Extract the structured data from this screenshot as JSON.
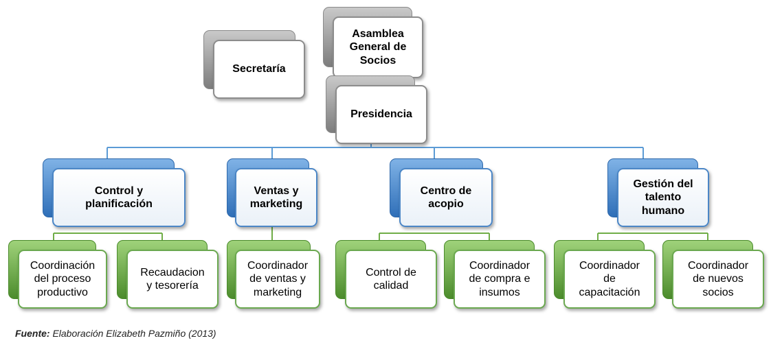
{
  "nodes": {
    "asamblea": "Asamblea\nGeneral de\nSocios",
    "secretaria": "Secretaría",
    "presidencia": "Presidencia",
    "control_planificacion": "Control y\nplanificación",
    "ventas_marketing": "Ventas y\nmarketing",
    "centro_acopio": "Centro de\nacopio",
    "gestion_talento": "Gestión del\ntalento\nhumano",
    "coord_proceso": "Coordinación\ndel proceso\nproductivo",
    "recaudacion": "Recaudacion\ny tesorería",
    "coord_ventas": "Coordinador\nde ventas y\nmarketing",
    "control_calidad": "Control de\ncalidad",
    "coord_compra": "Coordinador\nde compra e\ninsumos",
    "coord_capacitacion": "Coordinador\nde\ncapacitación",
    "coord_socios": "Coordinador\nde  nuevos\nsocios"
  },
  "colors": {
    "connector": "#5b9bd5",
    "green_connector": "#70ad47",
    "gray_border": "#8c8c8c",
    "blue_border": "#4b86c6",
    "green_border": "#6aa84f"
  },
  "caption": {
    "label": "Fuente:",
    "text": " Elaboración Elizabeth Pazmiño (2013)"
  }
}
